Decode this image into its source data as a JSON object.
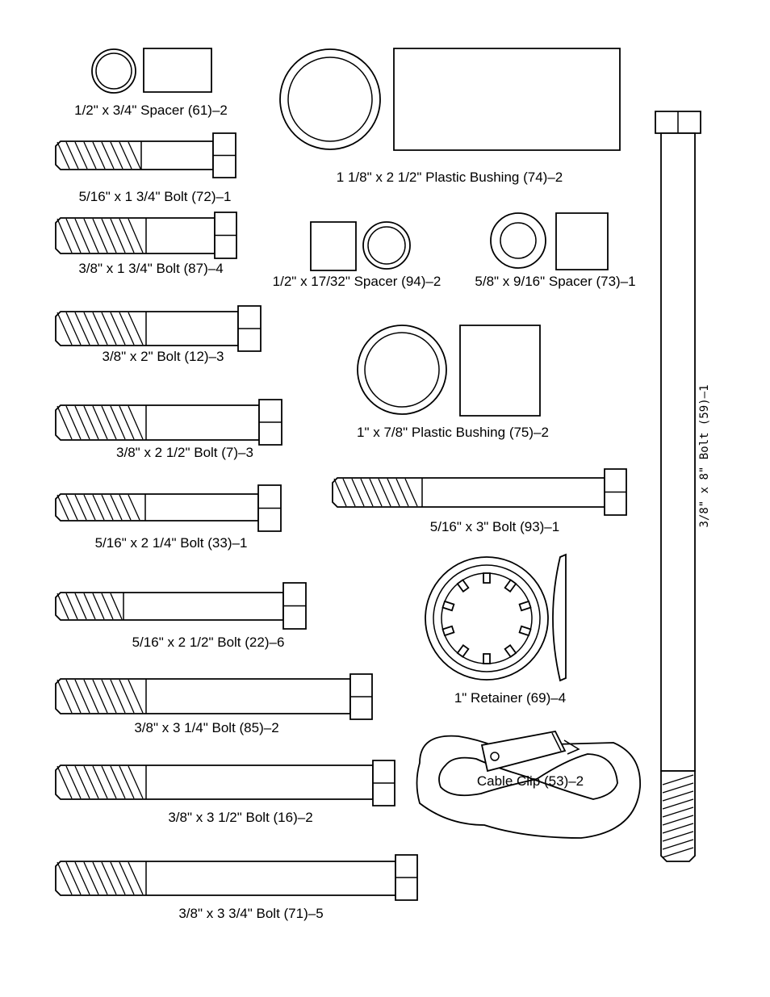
{
  "labels": {
    "spacer_61": "1/2\" x 3/4\" Spacer (61)–2",
    "bolt_72": "5/16\" x 1 3/4\" Bolt (72)–1",
    "bolt_87": "3/8\" x 1 3/4\" Bolt (87)–4",
    "bolt_12": "3/8\" x 2\" Bolt (12)–3",
    "bolt_7": "3/8\" x 2 1/2\"  Bolt (7)–3",
    "bolt_33": "5/16\" x 2 1/4\" Bolt (33)–1",
    "bolt_22": "5/16\" x 2 1/2\" Bolt (22)–6",
    "bolt_85": "3/8\" x 3 1/4\" Bolt (85)–2",
    "bolt_16": "3/8\" x 3 1/2\" Bolt (16)–2",
    "bolt_71": "3/8\" x 3 3/4\" Bolt (71)–5",
    "bushing_74": "1 1/8\" x 2 1/2\" Plastic Bushing (74)–2",
    "spacer_94": "1/2\" x 17/32\" Spacer (94)–2",
    "spacer_73": "5/8\" x 9/16\" Spacer (73)–1",
    "bushing_75": "1\" x 7/8\" Plastic Bushing (75)–2",
    "bolt_93": "5/16\" x 3\" Bolt (93)–1",
    "retainer_69": "1\" Retainer (69)–4",
    "cable_clip_53": "Cable Clip (53)–2",
    "bolt_59": "3/8\" x 8\" Bolt (59)–1"
  }
}
